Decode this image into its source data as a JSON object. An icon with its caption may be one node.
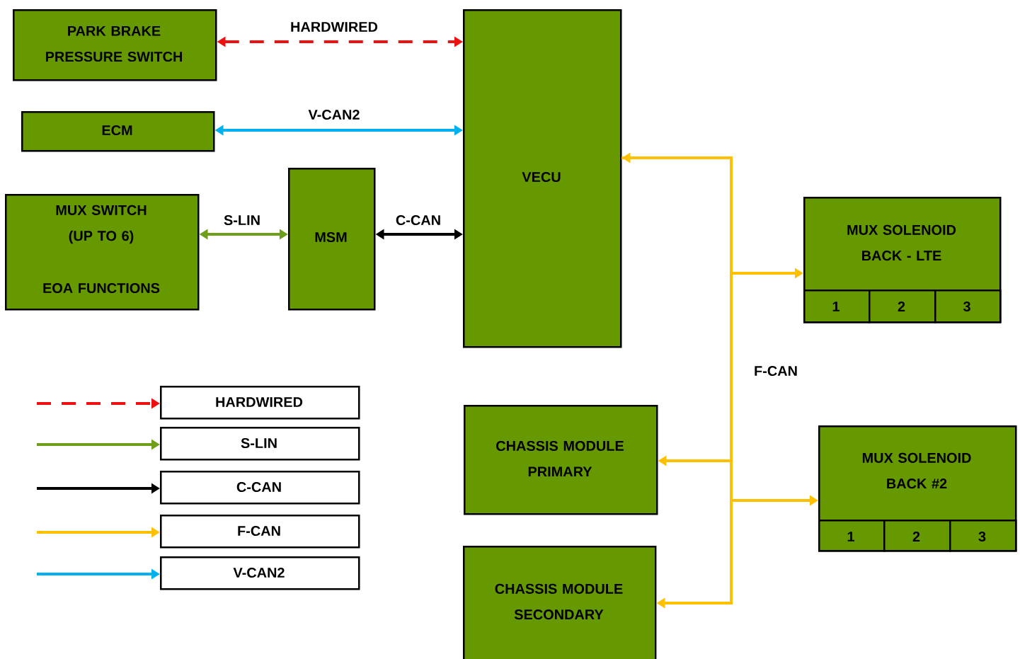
{
  "diagram": {
    "nodes": [
      {
        "text": [
          "PARK BRAKE PRESSURE SWITCH"
        ]
      },
      {
        "text": [
          "ECM"
        ]
      },
      {
        "text": [
          "MUX SWITCH (UP TO 6)",
          "EOA FUNCTIONS"
        ]
      },
      {
        "text": [
          "MSM"
        ]
      },
      {
        "text": [
          "VECU"
        ]
      },
      {
        "text": [
          "MUX SOLENOID BACK - LTE"
        ]
      },
      {
        "text": [
          "1"
        ],
        "in": 5
      },
      {
        "text": [
          "2"
        ],
        "in": 5
      },
      {
        "text": [
          "3"
        ],
        "in": 5
      },
      {
        "text": [
          "CHASSIS MODULE PRIMARY"
        ]
      },
      {
        "text": [
          "MUX SOLENOID BACK #2"
        ]
      },
      {
        "text": [
          "1"
        ],
        "in": 10
      },
      {
        "text": [
          "2"
        ],
        "in": 10
      },
      {
        "text": [
          "3"
        ],
        "in": 10
      },
      {
        "text": [
          "CHASSIS MODULE SECONDARY"
        ]
      }
    ],
    "edges": [
      {
        "from": 0,
        "to": 4,
        "arrow": "both",
        "label": "HARDWIRED",
        "style": "dashed",
        "color": "#ee1111"
      },
      {
        "from": 1,
        "to": 4,
        "arrow": "both",
        "label": "V-CAN2",
        "color": "#00b0f0"
      },
      {
        "from": 2,
        "to": 3,
        "arrow": "both",
        "label": "S-LIN",
        "color": "#6f9f1a"
      },
      {
        "from": 3,
        "to": 4,
        "arrow": "both",
        "label": "C-CAN",
        "color": "#000000"
      },
      {
        "from": 4,
        "to": 5,
        "arrow": "both",
        "color": "#ffc000"
      },
      {
        "from": 4,
        "to": 9,
        "arrow": "to",
        "color": "#ffc000"
      },
      {
        "from": 4,
        "to": 10,
        "arrow": "to",
        "color": "#ffc000"
      },
      {
        "from": 4,
        "to": 14,
        "arrow": "to",
        "color": "#ffc000"
      }
    ],
    "labels": [
      "F-CAN"
    ],
    "legend": [
      {
        "text": "HARDWIRED",
        "color": "#ee1111"
      },
      {
        "text": "S-LIN",
        "color": "#6f9f1a"
      },
      {
        "text": "C-CAN",
        "color": "#000000"
      },
      {
        "text": "F-CAN",
        "color": "#ffc000"
      },
      {
        "text": "V-CAN2",
        "color": "#00b0f0"
      }
    ]
  }
}
